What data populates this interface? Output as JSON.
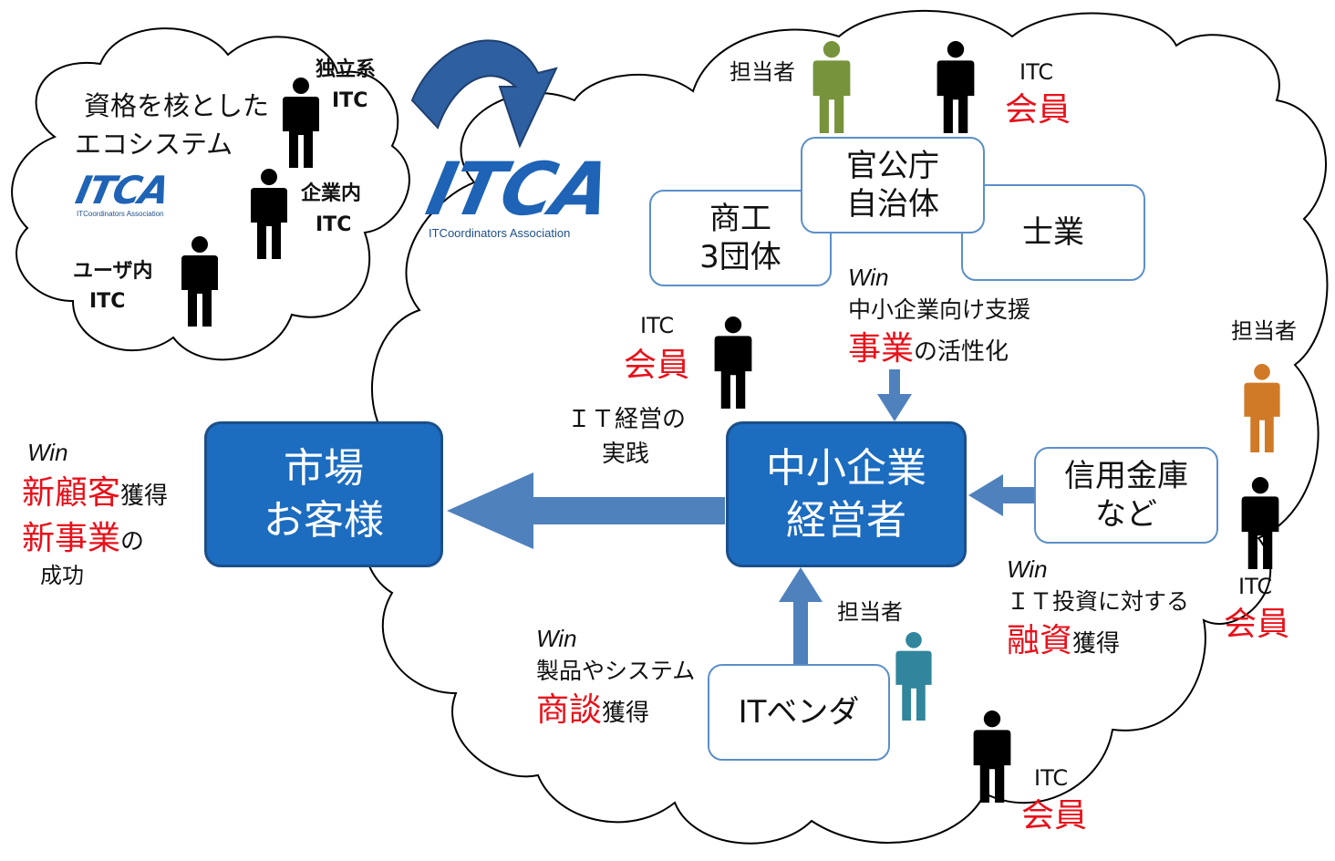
{
  "ecosystem": {
    "title_line1": "資格を核とした",
    "title_line2": "エコシステム",
    "logo_text": "ITCA",
    "logo_sub": "ITCoordinators Association",
    "independent_l1": "独立系",
    "independent_l2": "ITC",
    "corporate_l1": "企業内",
    "corporate_l2": "ITC",
    "user_l1": "ユーザ内",
    "user_l2": "ITC"
  },
  "main_logo": {
    "text": "ITCA",
    "sub": "ITCoordinators Association"
  },
  "top": {
    "person_label": "担当者",
    "itc": "ITC",
    "member": "会員",
    "box_gov_l1": "官公庁",
    "box_gov_l2": "自治体",
    "box_commerce_l1": "商工",
    "box_commerce_l2": "3団体",
    "box_shigyo": "士業"
  },
  "win_support": {
    "win": "Win",
    "line1": "中小企業向け支援",
    "line2_red": "事業",
    "line2_rest": "の活性化"
  },
  "center_itc": {
    "itc": "ITC",
    "member": "会員"
  },
  "it_mgmt": {
    "line1": "ＩＴ経営の",
    "line2": "実践"
  },
  "market": {
    "line1": "市場",
    "line2": "お客様"
  },
  "sme": {
    "line1": "中小企業",
    "line2": "経営者"
  },
  "bank": {
    "line1": "信用金庫",
    "line2": "など"
  },
  "left_win": {
    "win": "Win",
    "new_customer_red": "新顧客",
    "new_customer_rest": "獲得",
    "new_business_red": "新事業",
    "new_business_rest": "の",
    "success": "成功"
  },
  "right": {
    "person_label": "担当者",
    "itc": "ITC",
    "member": "会員"
  },
  "win_loan": {
    "win": "Win",
    "line1": "ＩＴ投資に対する",
    "line2_red": "融資",
    "line2_rest": "獲得"
  },
  "vendor": {
    "label": "ITベンダ",
    "person_label": "担当者"
  },
  "win_deal": {
    "win": "Win",
    "line1": "製品やシステム",
    "line2_red": "商談",
    "line2_rest": "獲得"
  },
  "bottom_itc": {
    "itc": "ITC",
    "member": "会員"
  },
  "colors": {
    "accent_blue": "#1c6cc0",
    "arrow_blue": "#4f81bd",
    "emphasis_red": "#e8101a",
    "person_black": "#000000",
    "person_green": "#77933c",
    "person_orange": "#d07a28",
    "person_teal": "#31859c"
  }
}
